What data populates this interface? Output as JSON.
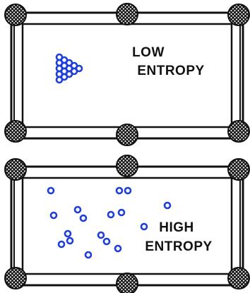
{
  "colors": {
    "ink": "#111111",
    "ball": "#1f3fd8",
    "table_fill": "#ffffff"
  },
  "tables": [
    {
      "name": "low-entropy-table",
      "label_lines": [
        "LOW",
        "ENTROPY"
      ],
      "arrangement": "racked-triangle"
    },
    {
      "name": "high-entropy-table",
      "label_lines": [
        "HIGH",
        "ENTROPY"
      ],
      "arrangement": "scattered"
    }
  ]
}
